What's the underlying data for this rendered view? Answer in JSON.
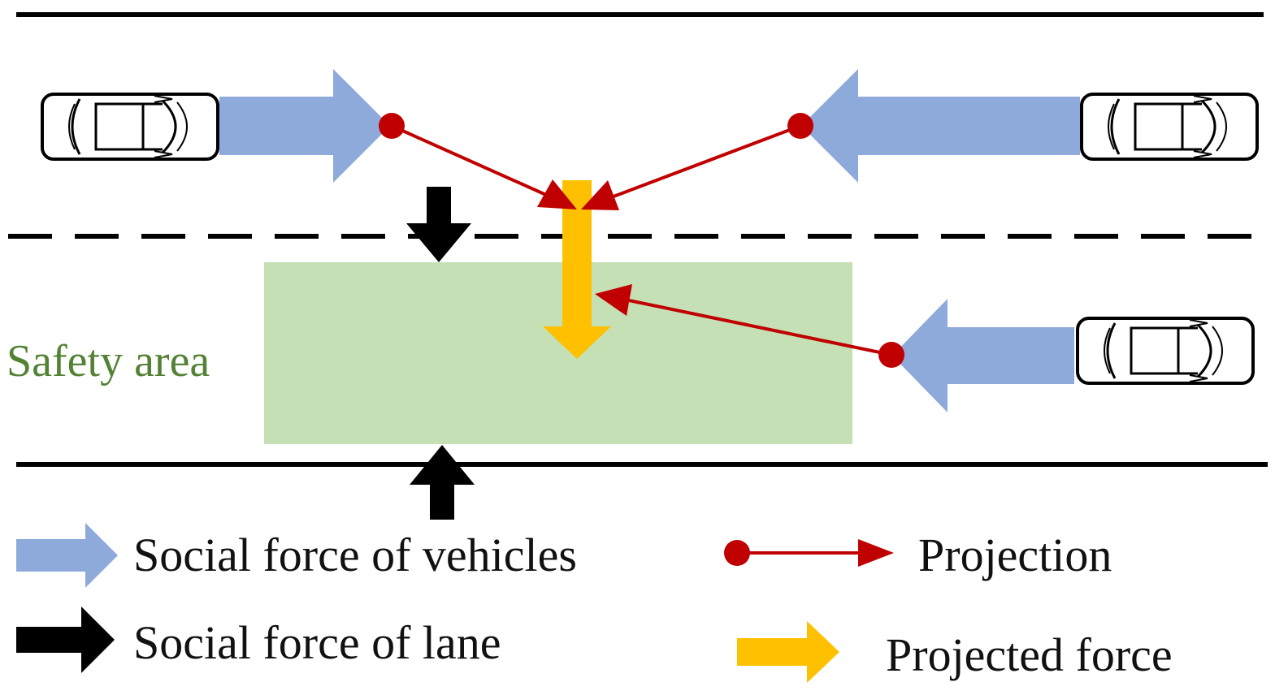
{
  "labels": {
    "safety_area": "Safety area"
  },
  "legend": {
    "social_force_vehicles": "Social force of vehicles",
    "social_force_lane": "Social force of lane",
    "projection": "Projection",
    "projected_force": "Projected force"
  },
  "colors": {
    "vehicle_force": "#8eaadb",
    "lane_force": "#000000",
    "projection": "#c00000",
    "projected_force": "#ffc000",
    "safety_area_fill": "#c5e0b4",
    "safety_area_text": "#548235",
    "road_lines": "#000000"
  },
  "icons": {
    "vehicle": "car-topview-icon"
  }
}
